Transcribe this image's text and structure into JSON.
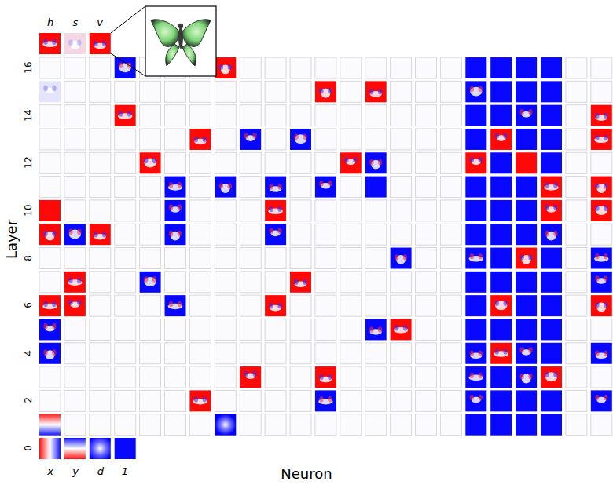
{
  "diagram": {
    "labels": [
      "h",
      "s",
      "v",
      "x",
      "y",
      "d",
      "1",
      "0",
      "2",
      "4",
      "6",
      "8",
      "10",
      "12",
      "14",
      "16",
      "Layer",
      "Neuron"
    ]
  }
}
